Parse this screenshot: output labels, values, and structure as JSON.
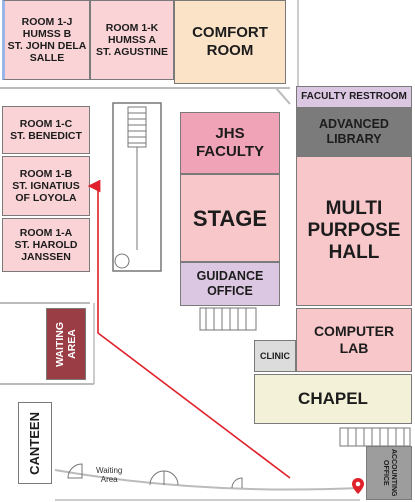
{
  "rooms": {
    "room_1j": [
      "ROOM 1-J",
      "HUMSS B",
      "ST. JOHN DELA",
      "SALLE"
    ],
    "room_1k": [
      "ROOM 1-K",
      "HUMSS A",
      "ST. AGUSTINE"
    ],
    "comfort_room": [
      "COMFORT",
      "ROOM"
    ],
    "room_1c": [
      "ROOM 1-C",
      "ST. BENEDICT"
    ],
    "room_1b": [
      "ROOM 1-B",
      "ST. IGNATIUS",
      "OF LOYOLA"
    ],
    "room_1a": [
      "ROOM 1-A",
      "ST. HAROLD",
      "JANSSEN"
    ],
    "jhs_faculty": [
      "JHS",
      "FACULTY"
    ],
    "stage": [
      "STAGE"
    ],
    "guidance_office": [
      "GUIDANCE",
      "OFFICE"
    ],
    "faculty_restroom": [
      "FACULTY RESTROOM"
    ],
    "advanced_library": [
      "ADVANCED",
      "LIBRARY"
    ],
    "multi_purpose_hall": [
      "MULTI",
      "PURPOSE",
      "HALL"
    ],
    "computer_lab": [
      "COMPUTER",
      "LAB"
    ],
    "clinic": [
      "CLINIC"
    ],
    "chapel": [
      "CHAPEL"
    ],
    "waiting_area": [
      "WAITING",
      "AREA"
    ],
    "canteen": [
      "CANTEEN"
    ],
    "waiting_area_label": [
      "Waiting",
      "Area"
    ],
    "accounting_office": [
      "ACCOUNTING",
      "OFFICE"
    ]
  },
  "colors": {
    "pink": "#f7c7c9",
    "peach": "#fbe3c8",
    "lavender": "#dcc7e3",
    "hot_pink": "#f0a3b6",
    "dark_gray": "#6f6f6f",
    "cream": "#f3f1d8",
    "maroon": "#9a3d45",
    "route_arrow": "#e0202a"
  },
  "icons": {
    "route": "red-arrow",
    "you_are_here": "map-pin-icon"
  }
}
